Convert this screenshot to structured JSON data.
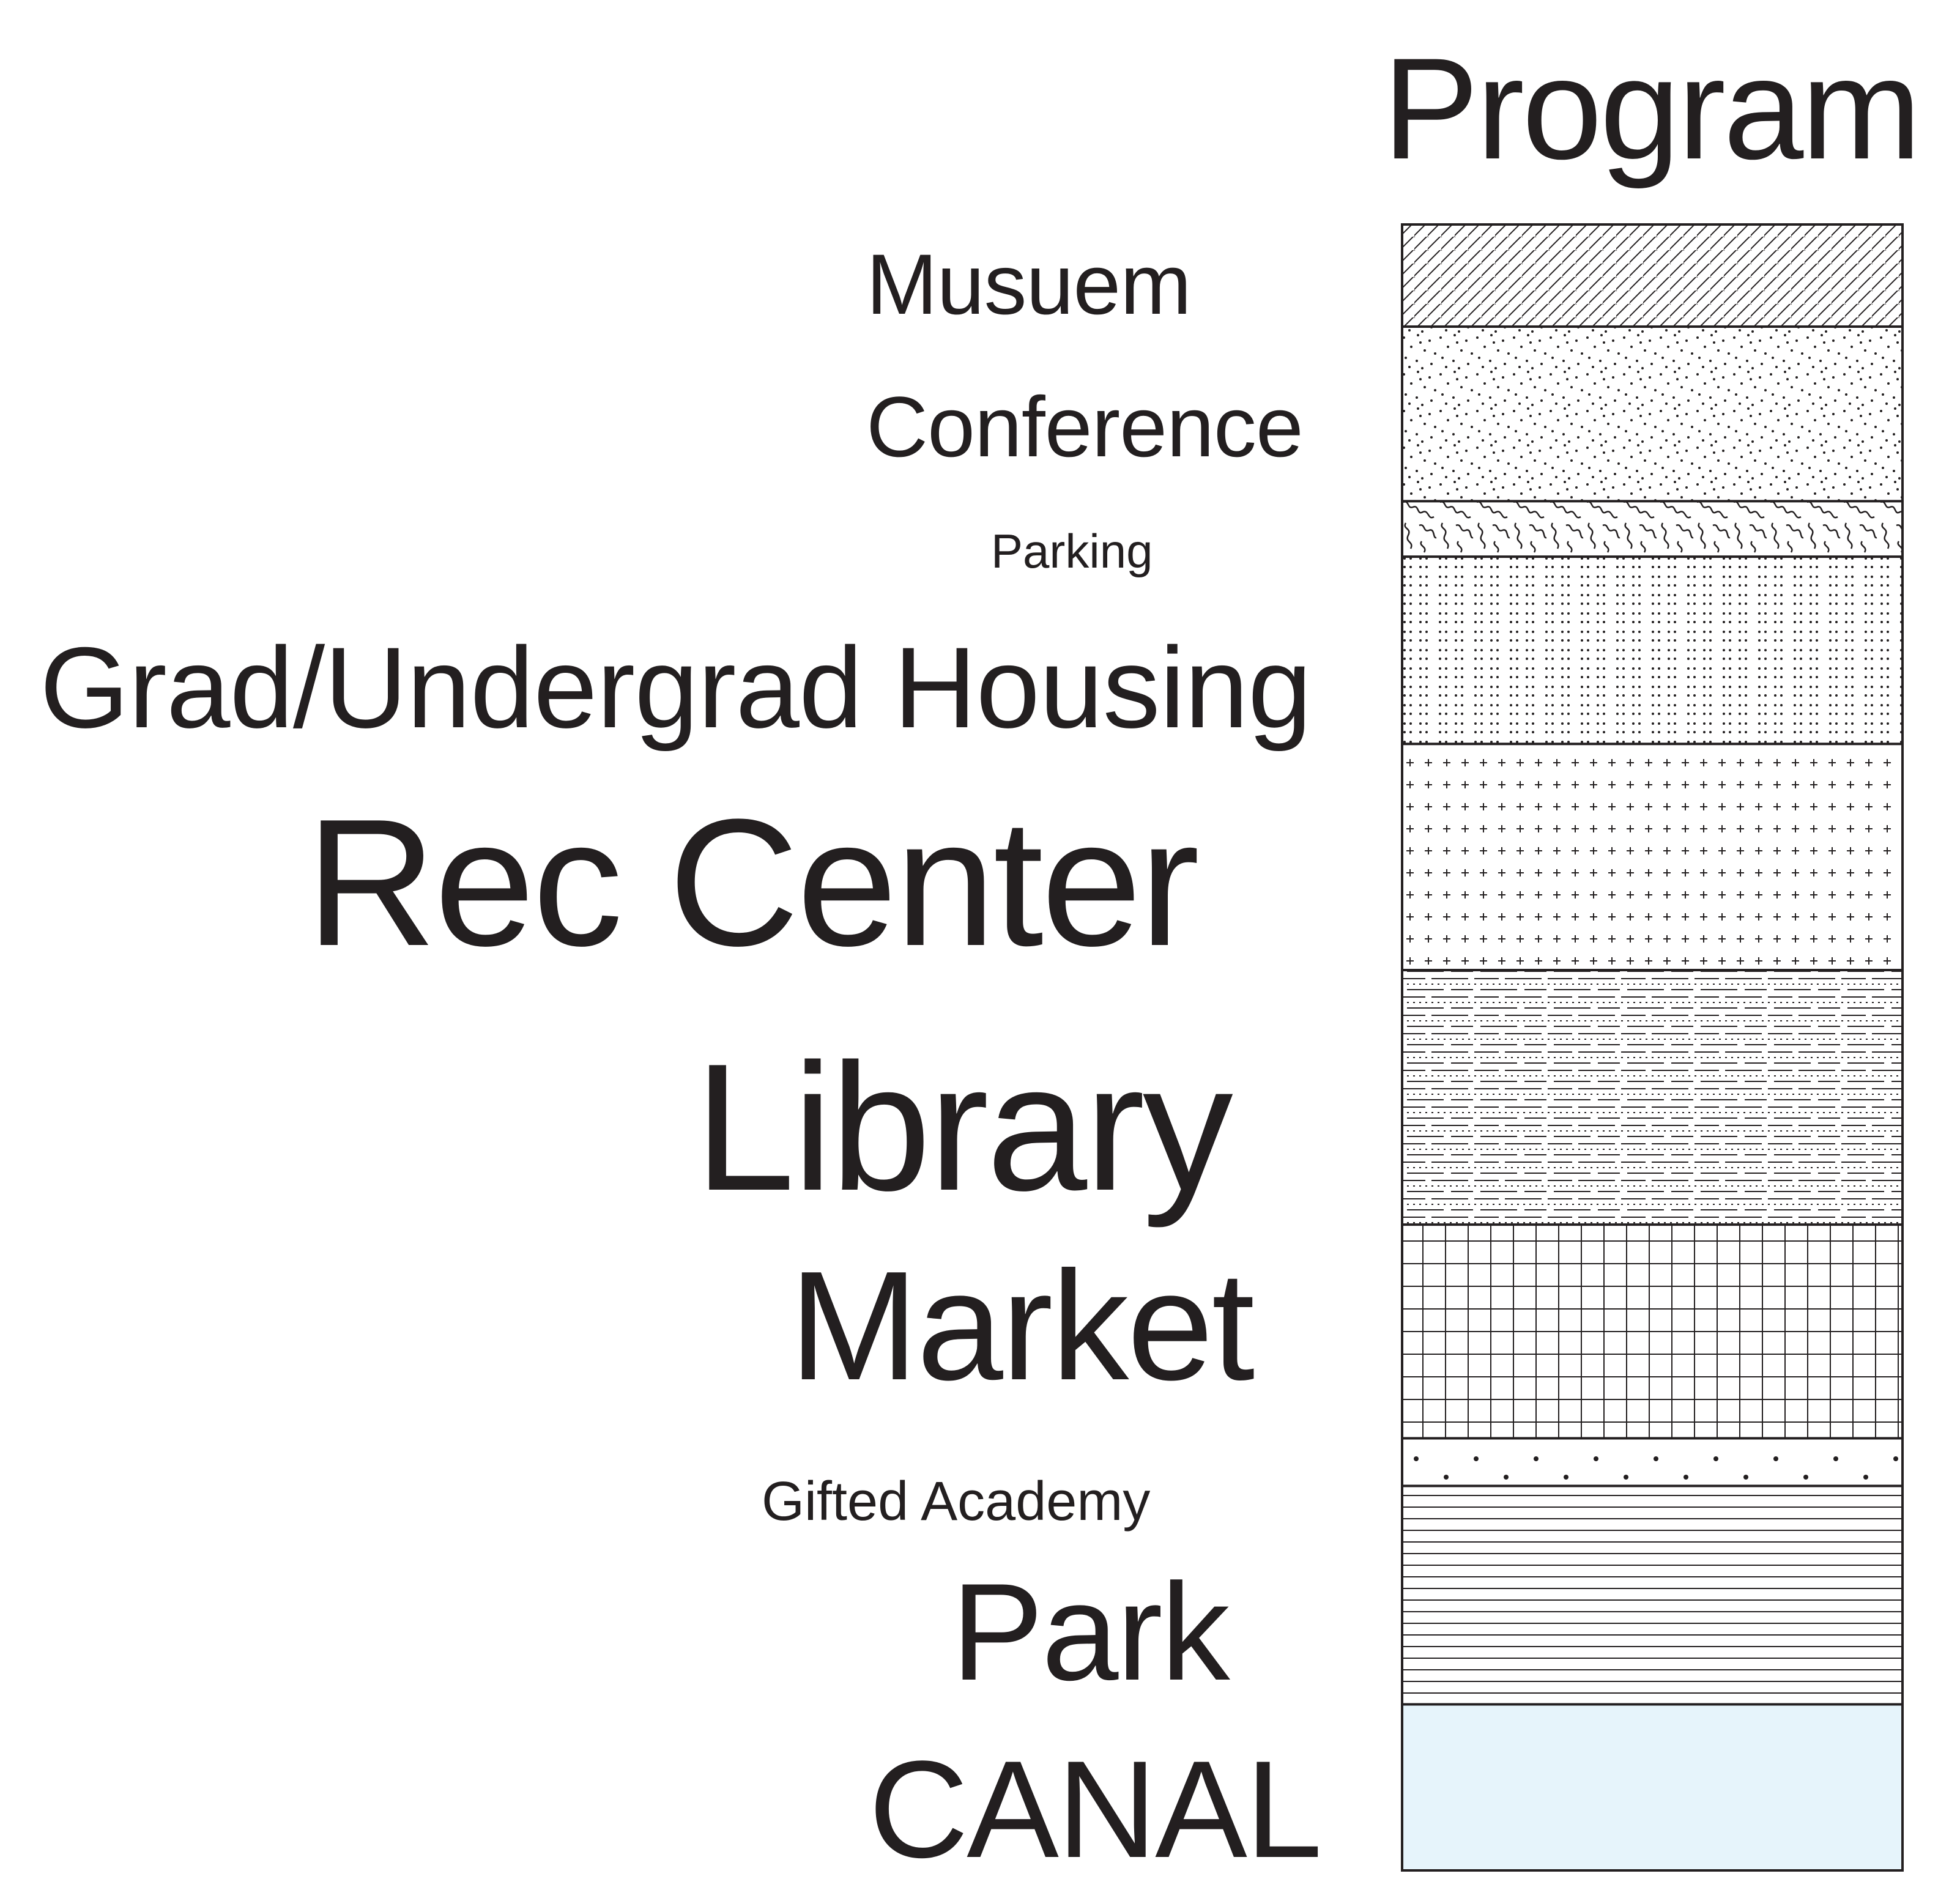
{
  "title": "Program",
  "programs": [
    {
      "label": "Musuem",
      "pattern": "diagonal-hatch",
      "share": 0.0614
    },
    {
      "label": "Conference",
      "pattern": "random-dots",
      "share": 0.1062
    },
    {
      "label": "Parking",
      "pattern": "squiggle",
      "share": 0.0338
    },
    {
      "label": "Grad/Undergrad Housing",
      "pattern": "dot-grid",
      "share": 0.1139
    },
    {
      "label": "Rec Center",
      "pattern": "plus-grid",
      "share": 0.1376
    },
    {
      "label": "Library",
      "pattern": "dashed-lines",
      "share": 0.1549
    },
    {
      "label": "Market",
      "pattern": "square-grid",
      "share": 0.13
    },
    {
      "label": "Gifted Academy",
      "pattern": "dot-rows",
      "share": 0.029
    },
    {
      "label": "Park",
      "pattern": "horizontal-lines",
      "share": 0.1329
    },
    {
      "label": "CANAL",
      "pattern": "solid-fill",
      "share": 0.1003
    }
  ],
  "colors": {
    "ink": "#231f20",
    "canal": "#e6f4fb",
    "background": "#ffffff"
  }
}
